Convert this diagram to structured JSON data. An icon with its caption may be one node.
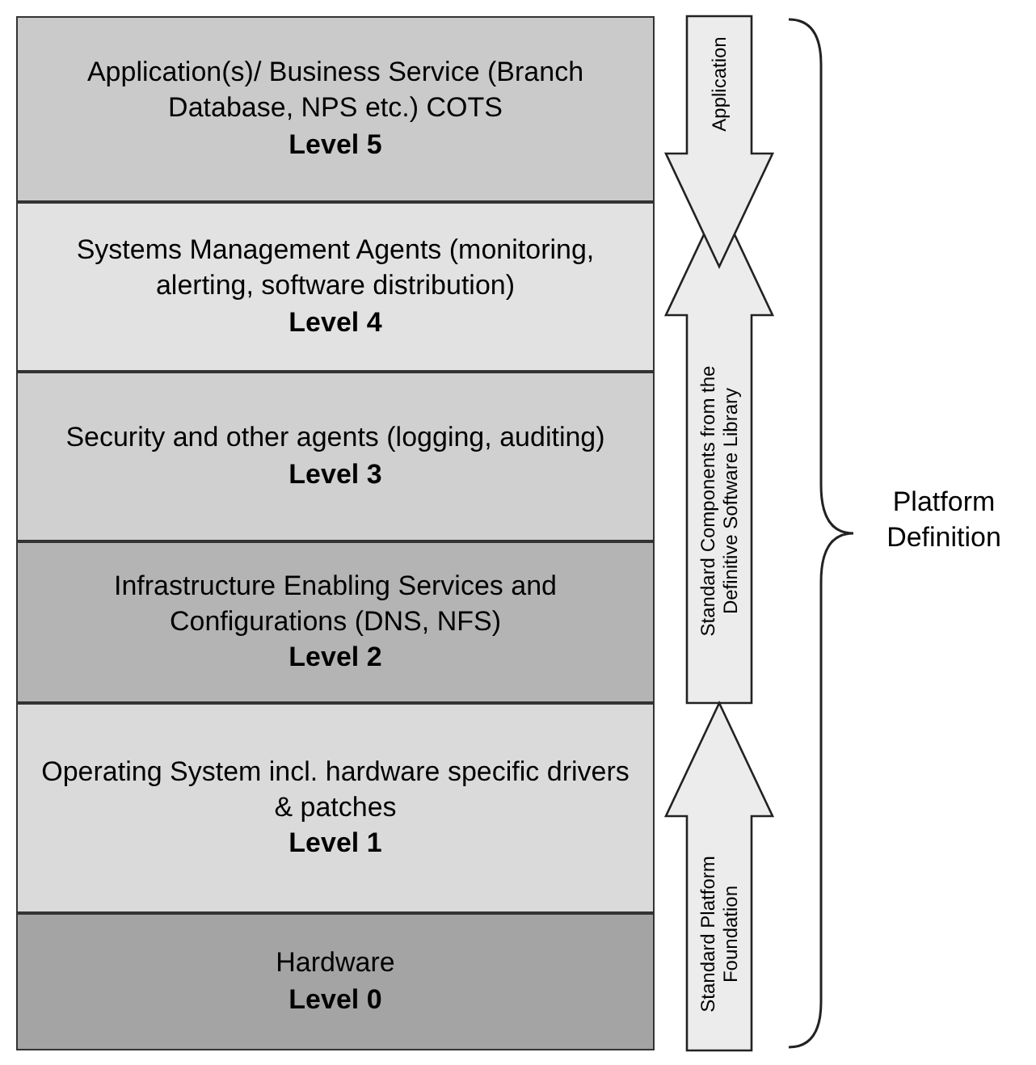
{
  "diagram": {
    "nodes": [
      {
        "text": [
          "Application(s)/ Business Service (Branch Database, NPS etc.) COTS",
          "Level 5"
        ]
      },
      {
        "text": [
          "Systems Management Agents (monitoring, alerting, software distribution)",
          "Level 4"
        ]
      },
      {
        "text": [
          "Security and other agents (logging, auditing)",
          "Level 3"
        ]
      },
      {
        "text": [
          "Infrastructure Enabling Services and Configurations (DNS, NFS)",
          "Level 2"
        ]
      },
      {
        "text": [
          "Operating System incl. hardware specific drivers & patches",
          "Level 1"
        ]
      },
      {
        "text": [
          "Hardware",
          "Level 0"
        ]
      }
    ],
    "labels": [
      "Application",
      "Standard Components from the Definitive Software Library",
      "Standard Platform Foundation",
      "Platform Definition"
    ]
  }
}
